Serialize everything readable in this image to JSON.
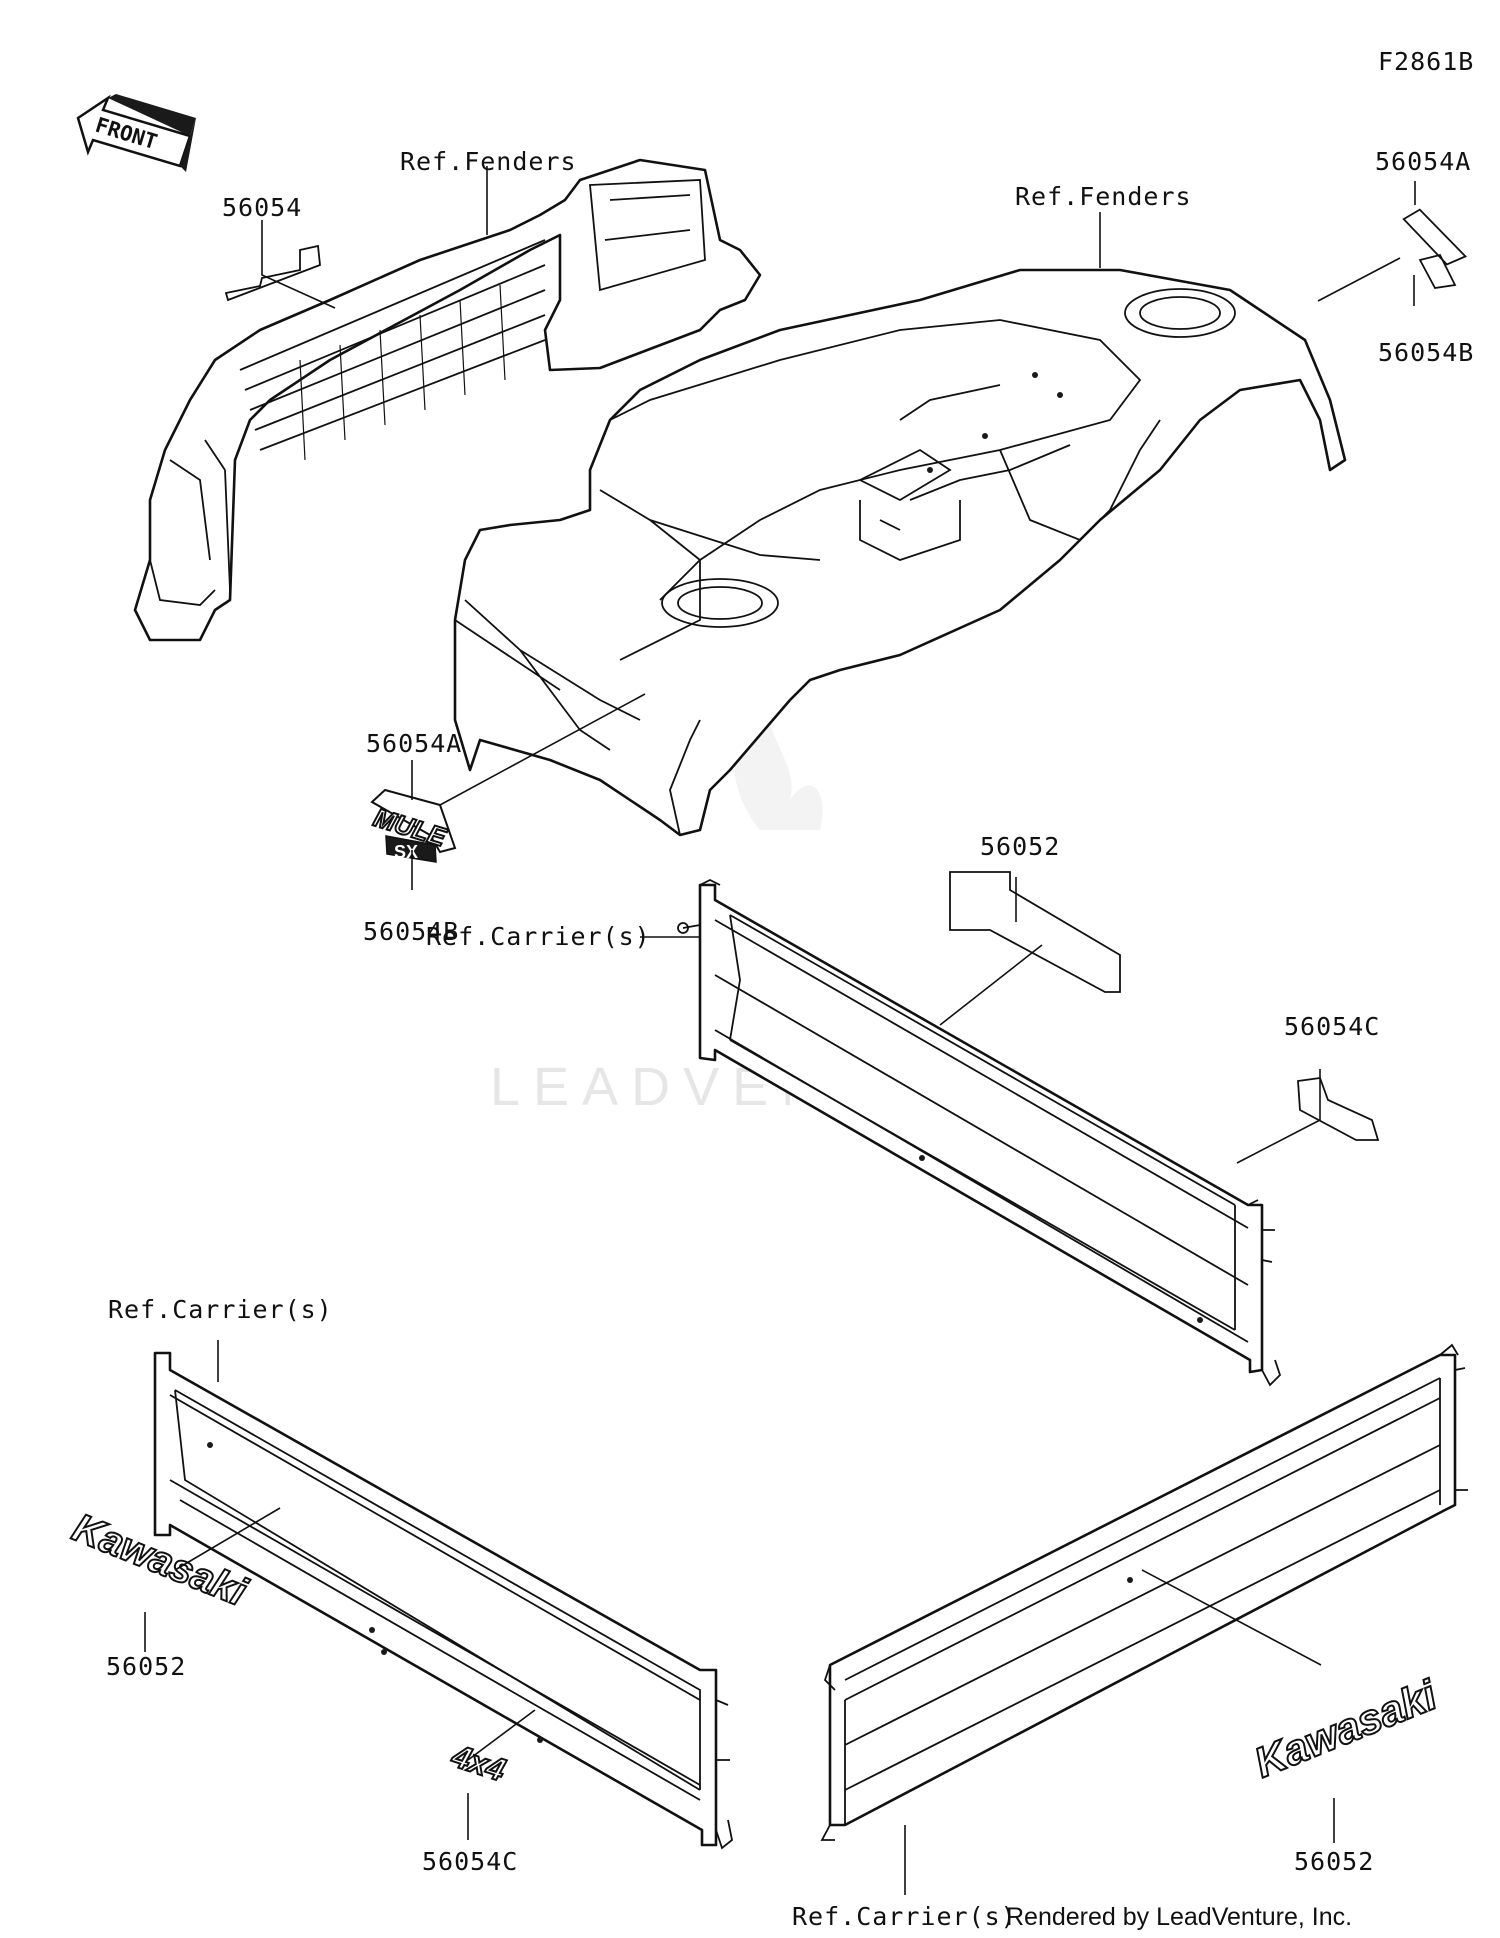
{
  "figure_id": "F2861B",
  "front_arrow_text": "FRONT",
  "watermark": "LEADVENTURE",
  "credit": "Rendered by LeadVenture, Inc.",
  "decals": {
    "mule": "MULE",
    "sx": "SX",
    "four_x_four": "4x4",
    "kawasaki": "Kawasaki"
  },
  "labels": {
    "grille_decal": "56054",
    "ref_fenders_front": "Ref.Fenders",
    "ref_fenders_rear": "Ref.Fenders",
    "rear_decal_a": "56054A",
    "rear_decal_b": "56054B",
    "emblem_a": "56054A",
    "emblem_b": "56054B",
    "front_panel_decal": "56052",
    "ref_carrier_front": "Ref.Carrier(s)",
    "front_panel_decal_c": "56054C",
    "ref_carrier_left": "Ref.Carrier(s)",
    "left_kawasaki": "56052",
    "left_4x4": "56054C",
    "right_kawasaki": "56052",
    "ref_carrier_right": "Ref.Carrier(s)"
  }
}
